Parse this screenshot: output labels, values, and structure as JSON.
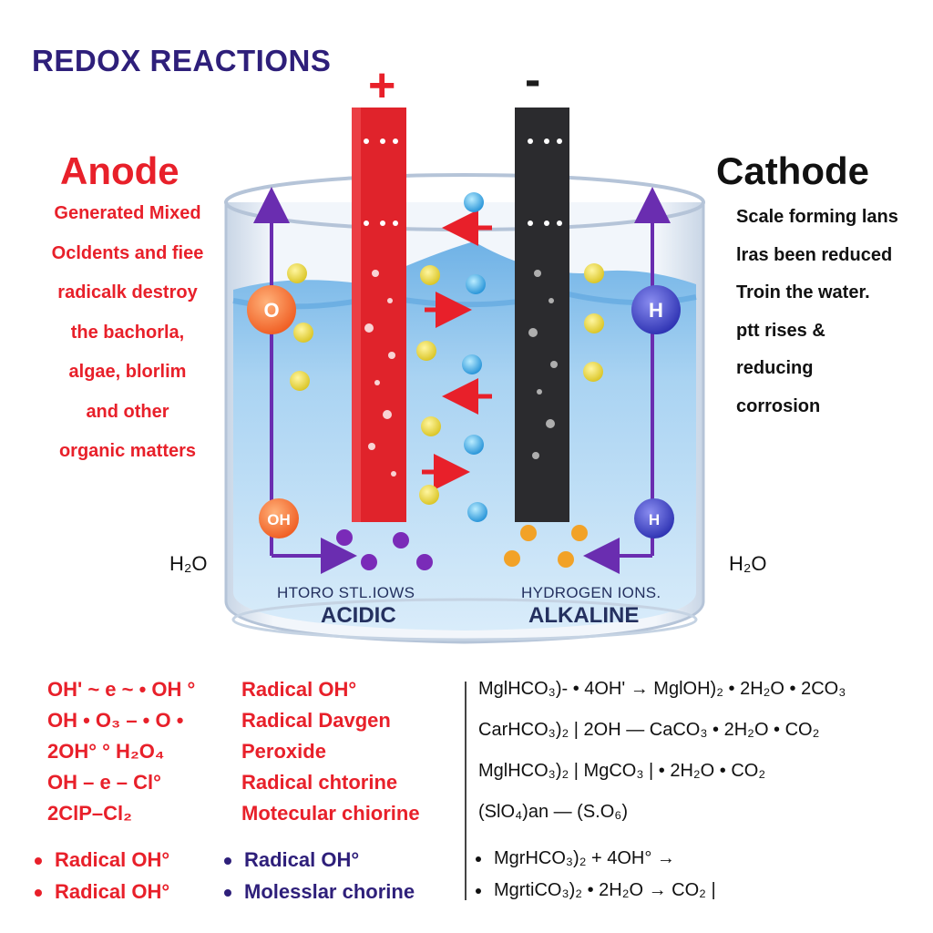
{
  "title": "REDOX REACTIONS",
  "signs": {
    "plus": "+",
    "minus": "-"
  },
  "anode": {
    "heading": "Anode",
    "lines": [
      "Generated Mixed",
      "Ocldents and fiee",
      "radicalk destroy",
      "the bachorla,",
      "algae, blorlim",
      "and other",
      "organic matters"
    ],
    "ion_label": "HTORO STL.IOWS",
    "ion_type": "ACIDIC",
    "h2o": "H₂O",
    "bubble_top": "O",
    "bubble_bottom": "OH"
  },
  "cathode": {
    "heading": "Cathode",
    "lines": [
      "Scale forming lans",
      "lras been reduced",
      "Troin the water.",
      "ptt rises &",
      "reducing",
      "corrosion"
    ],
    "ion_label": "HYDROGEN IONS.",
    "ion_type": "ALKALINE",
    "h2o": "H₂O",
    "bubble_top": "H",
    "bubble_bottom": "H"
  },
  "equations_left": [
    "OH' ~ e ~ • OH °",
    "OH • O₃ – • O •",
    "2OH° ° H₂O₄",
    "OH – e – Cl°",
    "2ClP–Cl₂"
  ],
  "equations_mid": [
    "Radical OH°",
    "Radical Davgen",
    "Peroxide",
    "Radical chtorine",
    "Motecular chiorine"
  ],
  "equations_right": [
    "MglHCO₃)- • 4OH' → MglOH)₂ • 2H₂O • 2CO₃",
    "CarHCO₃)₂ | 2OH — CaCO₃ • 2H₂O • CO₂",
    "MglHCO₃)₂  | MgCO₃ | • 2H₂O • CO₂",
    "(SlO₄)an — (S.O₆)"
  ],
  "bullets_left": [
    "Radical OH°",
    "Radical OH°"
  ],
  "bullets_mid": [
    "Radical OH°",
    "Molesslar chorine"
  ],
  "bullets_right": [
    "MgrHCO₃)₂ + 4OH° →",
    "MgrtiCO₃)₂ • 2H₂O → CO₂ |"
  ],
  "colors": {
    "anode_red": "#e8202a",
    "cathode_dark": "#2b2b2e",
    "navy": "#2e1f7a",
    "water_blue": "#8fc3ea",
    "arrow_purple": "#6a2db0"
  }
}
